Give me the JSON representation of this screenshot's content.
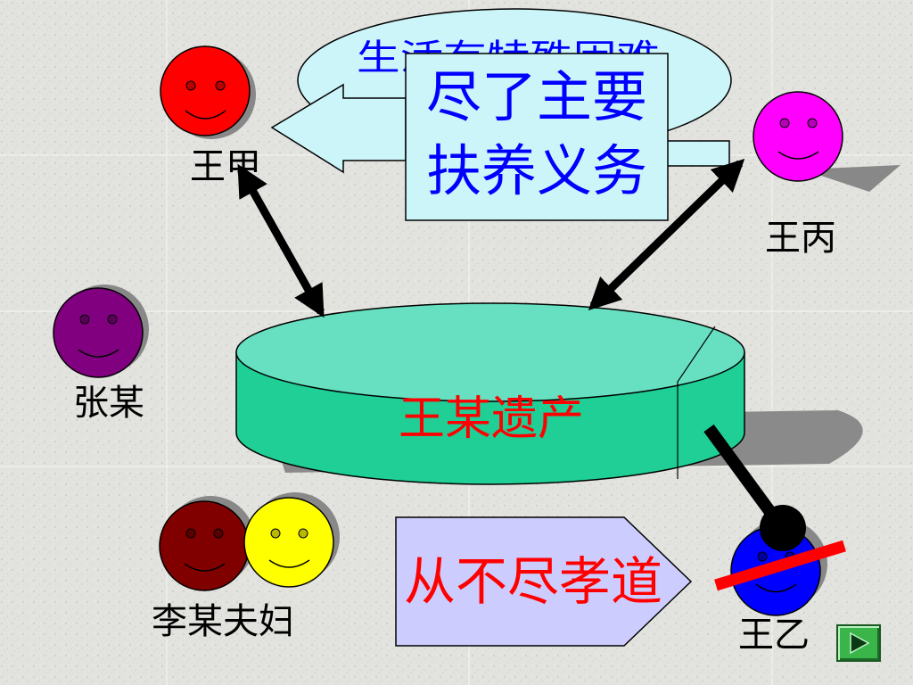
{
  "people": {
    "wang_jia": {
      "name": "王甲",
      "color": "#ff0000"
    },
    "wang_bing": {
      "name": "王丙",
      "color": "#ff00ff"
    },
    "zhang": {
      "name": "张某",
      "color": "#800080"
    },
    "li_couple": {
      "name": "李某夫妇",
      "colors": [
        "#800000",
        "#ffff00"
      ]
    },
    "wang_yi": {
      "name": "王乙",
      "color": "#0000ff"
    }
  },
  "estate": {
    "label": "王某遗产",
    "top_color": "#66e0c0",
    "side_color": "#1fcf96",
    "label_color": "#ff0000"
  },
  "callouts": {
    "ellipse_text_partial": "生活有特殊困难",
    "main_box_line1": "尽了主要",
    "main_box_line2": "扶养义务",
    "main_box_color": "#ccf5fa",
    "main_text_color": "#0000ff",
    "pentagon_text": "从不尽孝道",
    "pentagon_color": "#ccccff",
    "pentagon_text_color": "#ff0000"
  },
  "nav": {
    "icon": "play-triangle-icon"
  }
}
